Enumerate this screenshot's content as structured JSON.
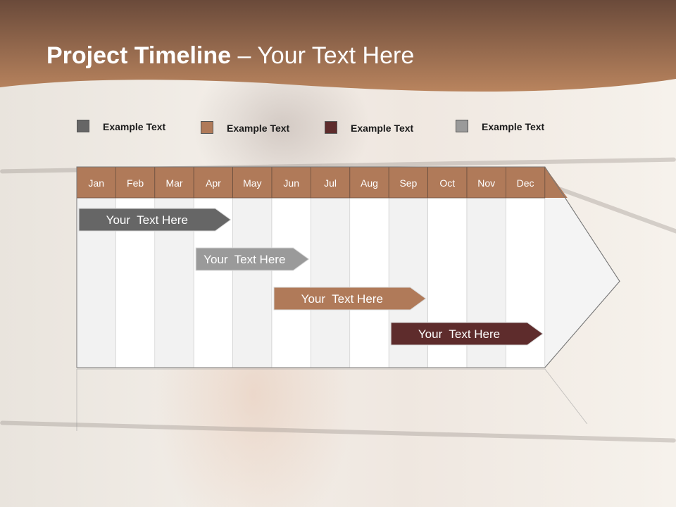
{
  "slide": {
    "title_bold": "Project Timeline",
    "title_rest": " – Your Text Here"
  },
  "legend": [
    {
      "label": "Example Text",
      "color": "#666666"
    },
    {
      "label": "Example Text",
      "color": "#b07a59"
    },
    {
      "label": "Example Text",
      "color": "#5e2c2c"
    },
    {
      "label": "Example Text",
      "color": "#9a9a9a"
    }
  ],
  "timeline": {
    "months": [
      "Jan",
      "Feb",
      "Mar",
      "Apr",
      "May",
      "Jun",
      "Jul",
      "Aug",
      "Sep",
      "Oct",
      "Nov",
      "Dec"
    ],
    "bars": [
      {
        "label": "Your  Text Here",
        "start": "Jan",
        "end": "Apr",
        "color": "#666666"
      },
      {
        "label": "Your  Text Here",
        "start": "Apr",
        "end": "Jun",
        "color": "#9a9a9a"
      },
      {
        "label": "Your  Text Here",
        "start": "Jun",
        "end": "Sep",
        "color": "#b07a59"
      },
      {
        "label": "Your  Text Here",
        "start": "Sep",
        "end": "Dec",
        "color": "#5e2c2c"
      }
    ]
  },
  "colors": {
    "header_dark": "#6a4a3a",
    "header_light": "#b9845e",
    "month_header": "#b07a59",
    "column_shade": "#f2f2f2",
    "column_plain": "#ffffff"
  }
}
